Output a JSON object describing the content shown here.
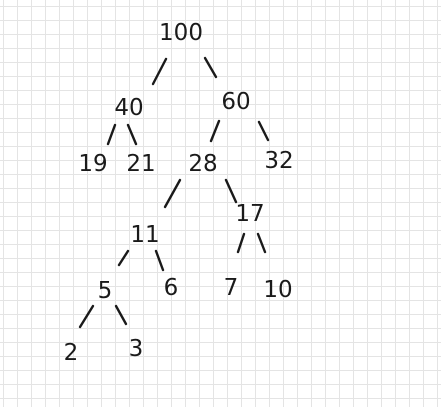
{
  "tree": {
    "nodes": [
      {
        "id": "n100",
        "label": "100"
      },
      {
        "id": "n40",
        "label": "40"
      },
      {
        "id": "n60",
        "label": "60"
      },
      {
        "id": "n19",
        "label": "19"
      },
      {
        "id": "n21",
        "label": "21"
      },
      {
        "id": "n28",
        "label": "28"
      },
      {
        "id": "n32",
        "label": "32"
      },
      {
        "id": "n11",
        "label": "11"
      },
      {
        "id": "n17",
        "label": "17"
      },
      {
        "id": "n5",
        "label": "5"
      },
      {
        "id": "n6",
        "label": "6"
      },
      {
        "id": "n7",
        "label": "7"
      },
      {
        "id": "n10",
        "label": "10"
      },
      {
        "id": "n2",
        "label": "2"
      },
      {
        "id": "n3",
        "label": "3"
      }
    ],
    "edges": [
      {
        "from": "n100",
        "to": "n40"
      },
      {
        "from": "n100",
        "to": "n60"
      },
      {
        "from": "n40",
        "to": "n19"
      },
      {
        "from": "n40",
        "to": "n21"
      },
      {
        "from": "n60",
        "to": "n28"
      },
      {
        "from": "n60",
        "to": "n32"
      },
      {
        "from": "n28",
        "to": "n11"
      },
      {
        "from": "n28",
        "to": "n17"
      },
      {
        "from": "n11",
        "to": "n5"
      },
      {
        "from": "n11",
        "to": "n6"
      },
      {
        "from": "n17",
        "to": "n7"
      },
      {
        "from": "n17",
        "to": "n10"
      },
      {
        "from": "n5",
        "to": "n2"
      },
      {
        "from": "n5",
        "to": "n3"
      }
    ]
  }
}
